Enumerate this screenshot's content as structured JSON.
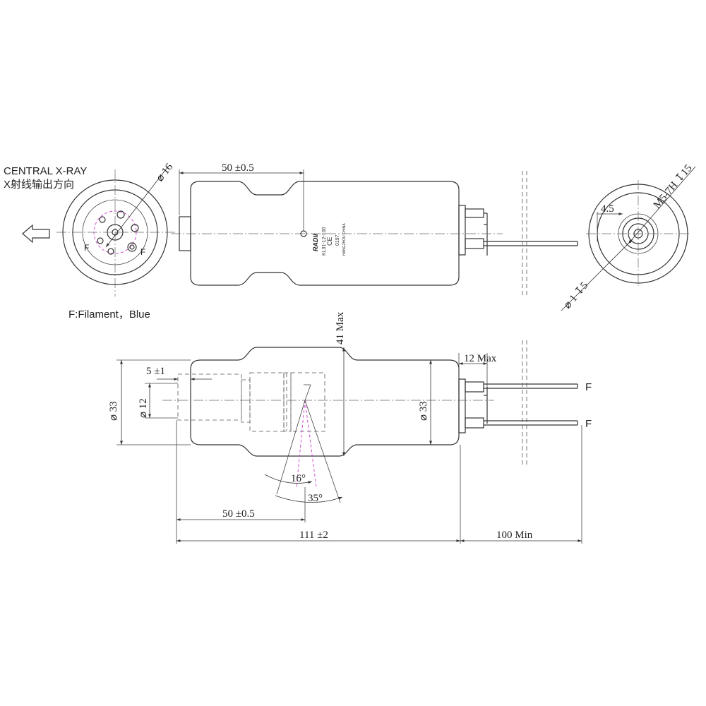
{
  "labels": {
    "central_xray": "CENTRAL X-RAY",
    "central_xray_cn": "X射线输出方向",
    "filament_note": "F:Filament，Blue",
    "pin_f_left": "F",
    "pin_f_right": "F",
    "wire_f_top": "F",
    "wire_f_bottom": "F"
  },
  "dimensions": {
    "dia_16": "⌀ 16",
    "top_50": "50 ±0.5",
    "m5_thread": "M5-7H ↧15",
    "dim_4_5": "4.5",
    "dia_1_5": "⌀ 1 ↧5",
    "max_41": "41  Max",
    "max_12": "12  Max",
    "dim_5": "5 ±1",
    "dia_12": "⌀ 12",
    "dia_33_left": "⌀ 33",
    "dia_33_right": "⌀ 33",
    "angle_16": "16°",
    "angle_35": "35°",
    "bottom_50": "50 ±0.5",
    "length_111": "111 ±2",
    "min_100": "100  Min"
  },
  "tube_marking": {
    "brand": "RADII",
    "model": "KL31-12-100",
    "ce": "CE",
    "code": "0197",
    "origin": "HANGZHOU CHINA"
  }
}
